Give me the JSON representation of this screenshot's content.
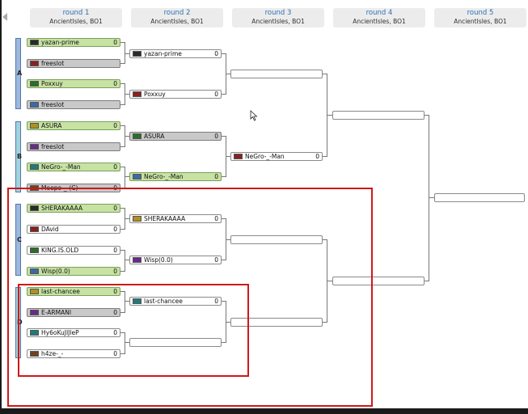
{
  "rounds": [
    {
      "title": "round 1",
      "sub": "AncientIsles, BO1"
    },
    {
      "title": "round 2",
      "sub": "AncientIsles, BO1"
    },
    {
      "title": "round 3",
      "sub": "AncientIsles, BO1"
    },
    {
      "title": "round 4",
      "sub": "AncientIsles, BO1"
    },
    {
      "title": "round 5",
      "sub": "AncientIsles, BO1"
    }
  ],
  "groups": [
    "A",
    "B",
    "C",
    "D"
  ],
  "r1": [
    {
      "name": "yazan-prime",
      "score": "0",
      "state": "win"
    },
    {
      "name": "freeslot",
      "score": "",
      "state": "lose"
    },
    {
      "name": "Poxxuy",
      "score": "0",
      "state": "win"
    },
    {
      "name": "freeslot",
      "score": "",
      "state": "lose"
    },
    {
      "name": "ASURA",
      "score": "0",
      "state": "win"
    },
    {
      "name": "freeslot",
      "score": "",
      "state": "lose"
    },
    {
      "name": "NeGro-_-Man",
      "score": "0",
      "state": "win"
    },
    {
      "name": "Meepo-_-(C)",
      "score": "0",
      "state": "lose"
    },
    {
      "name": "SHERAKAAAA",
      "score": "0",
      "state": "win"
    },
    {
      "name": "DAvid",
      "score": "0",
      "state": "plain"
    },
    {
      "name": "KING.IS.OLD",
      "score": "0",
      "state": "plain"
    },
    {
      "name": "Wisp(0.0)",
      "score": "0",
      "state": "win"
    },
    {
      "name": "last-chancee",
      "score": "0",
      "state": "win"
    },
    {
      "name": "E-ARMANI",
      "score": "0",
      "state": "lose"
    },
    {
      "name": "Hy6oKuJIJleP",
      "score": "0",
      "state": "plain"
    },
    {
      "name": "h4ze-_-",
      "score": "0",
      "state": "plain"
    }
  ],
  "r2": [
    {
      "name": "yazan-prime",
      "score": "0",
      "state": "plain"
    },
    {
      "name": "Poxxuy",
      "score": "0",
      "state": "plain"
    },
    {
      "name": "ASURA",
      "score": "0",
      "state": "lose"
    },
    {
      "name": "NeGro-_-Man",
      "score": "0",
      "state": "win"
    },
    {
      "name": "SHERAKAAAA",
      "score": "0",
      "state": "plain"
    },
    {
      "name": "Wisp(0.0)",
      "score": "0",
      "state": "plain"
    },
    {
      "name": "last-chancee",
      "score": "0",
      "state": "plain"
    },
    {
      "name": "",
      "score": "",
      "state": "plain"
    }
  ],
  "r3": [
    {
      "name": "",
      "score": "",
      "state": "plain"
    },
    {
      "name": "NeGro-_-Man",
      "score": "0",
      "state": "plain"
    },
    {
      "name": "",
      "score": "",
      "state": "plain"
    },
    {
      "name": "",
      "score": "",
      "state": "plain"
    }
  ],
  "r4": [
    {
      "name": "",
      "score": "",
      "state": "plain"
    },
    {
      "name": "",
      "score": "",
      "state": "plain"
    }
  ],
  "r5": [
    {
      "name": "",
      "score": "",
      "state": "plain"
    }
  ],
  "colors": {
    "win": "#c7e2a3",
    "lose": "#c9c9c9",
    "highlight": "#d01818",
    "accent": "#2f6fb3"
  }
}
